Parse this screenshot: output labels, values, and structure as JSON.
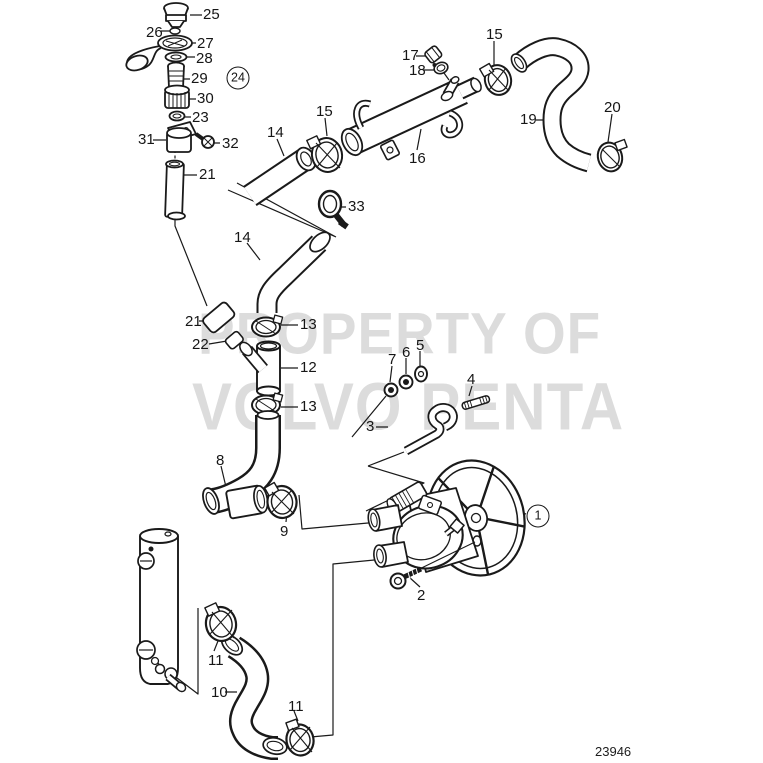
{
  "diagram": {
    "number": "23946",
    "type": "exploded-parts-view",
    "accent_ink": "#1a1a1a",
    "watermark_color": "#c7c7c7"
  },
  "watermark": {
    "line1": "PROPERTY OF",
    "line2": "VOLVO PENTA"
  },
  "callouts": [
    {
      "text": "25"
    },
    {
      "text": "26"
    },
    {
      "text": "27"
    },
    {
      "text": "28"
    },
    {
      "text": "29"
    },
    {
      "text": "30"
    },
    {
      "text": "23"
    },
    {
      "text": "31"
    },
    {
      "text": "32"
    },
    {
      "text": "24"
    },
    {
      "text": "21"
    },
    {
      "text": "14"
    },
    {
      "text": "15"
    },
    {
      "text": "16"
    },
    {
      "text": "17"
    },
    {
      "text": "18"
    },
    {
      "text": "15"
    },
    {
      "text": "19"
    },
    {
      "text": "20"
    },
    {
      "text": "33"
    },
    {
      "text": "14"
    },
    {
      "text": "21"
    },
    {
      "text": "22"
    },
    {
      "text": "13"
    },
    {
      "text": "12"
    },
    {
      "text": "13"
    },
    {
      "text": "7"
    },
    {
      "text": "6"
    },
    {
      "text": "5"
    },
    {
      "text": "4"
    },
    {
      "text": "3"
    },
    {
      "text": "1"
    },
    {
      "text": "2"
    },
    {
      "text": "8"
    },
    {
      "text": "9"
    },
    {
      "text": "10"
    },
    {
      "text": "11"
    },
    {
      "text": "11"
    }
  ]
}
